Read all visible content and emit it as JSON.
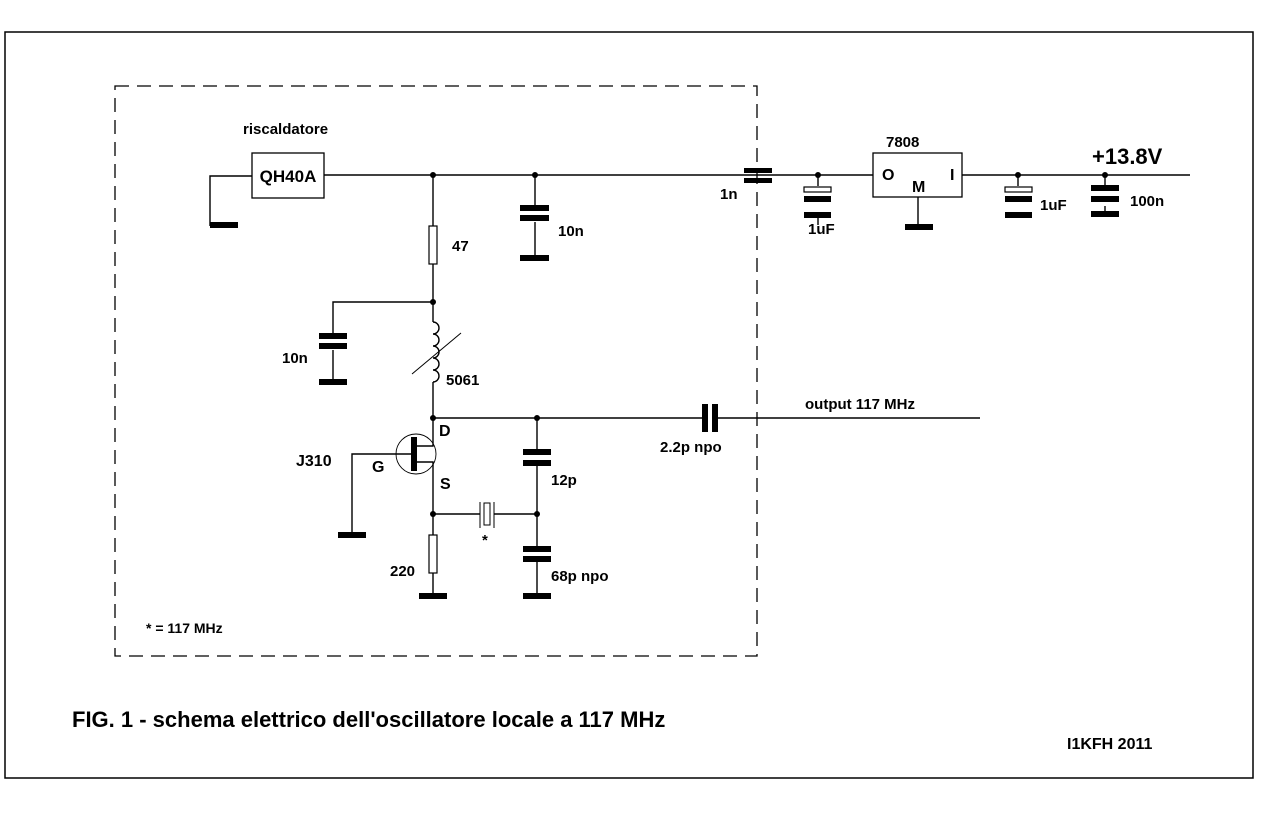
{
  "figure": {
    "caption": "FIG. 1 - schema elettrico dell'oscillatore locale a 117 MHz",
    "credit": "I1KFH  2011",
    "legend_note": "*  = 117 MHz"
  },
  "components": {
    "heater_label": "riscaldatore",
    "heater_part": "QH40A",
    "regulator_part": "7808",
    "regulator_pin_out": "O",
    "regulator_pin_common": "M",
    "regulator_pin_in": "I",
    "supply_voltage": "+13.8V",
    "cap_feedthrough": "1n",
    "cap_reg_out": "1uF",
    "cap_reg_in": "1uF",
    "cap_supply": "100n",
    "cap_decoupling_top": "10n",
    "resistor_drain": "47",
    "cap_decoupling_left": "10n",
    "inductor": "5061",
    "transistor": "J310",
    "pin_drain": "D",
    "pin_gate": "G",
    "pin_source": "S",
    "cap_feedback": "12p",
    "cap_divider": "68p  npo",
    "resistor_source": "220",
    "crystal_mark": "*",
    "cap_output": "2.2p  npo",
    "output_label": "output 117 MHz"
  }
}
